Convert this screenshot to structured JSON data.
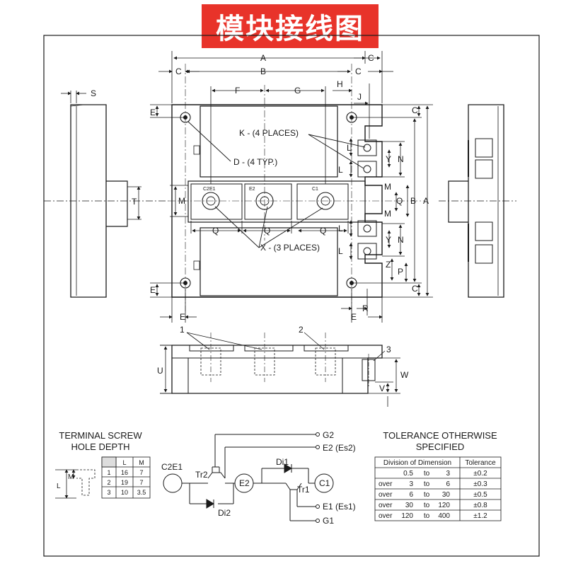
{
  "banner": {
    "title": "模块接线图"
  },
  "dims": {
    "A": "A",
    "B": "B",
    "C": "C",
    "E": "E",
    "F": "F",
    "G": "G",
    "H": "H",
    "J": "J",
    "L": "L",
    "M": "M",
    "N": "N",
    "P": "P",
    "Q": "Q",
    "R": "R",
    "S": "S",
    "T": "T",
    "U": "U",
    "V": "V",
    "W": "W",
    "Y": "Y",
    "Z": "Z"
  },
  "callouts": {
    "k_places": "K - (4 PLACES)",
    "d_typ": "D - (4 TYP.)",
    "x_places": "X - (3 PLACES)",
    "num1": "1",
    "num2": "2",
    "num3": "3"
  },
  "terminals": {
    "c2e1": "C2E1",
    "e2": "E2",
    "c1": "C1"
  },
  "screw_depth": {
    "title_line1": "TERMINAL SCREW",
    "title_line2": "HOLE DEPTH",
    "headers": [
      "",
      "L",
      "M"
    ],
    "rows": [
      [
        "1",
        "16",
        "7"
      ],
      [
        "2",
        "19",
        "7"
      ],
      [
        "3",
        "10",
        "3.5"
      ]
    ],
    "m": "M",
    "l": "L"
  },
  "circuit": {
    "g2": "G2",
    "e2_es2": "E2 (Es2)",
    "c2e1": "C2E1",
    "tr2": "Tr2",
    "e2": "E2",
    "di2": "Di2",
    "di1": "Di1",
    "tr1": "Tr1",
    "c1": "C1",
    "e1_es1": "E1 (Es1)",
    "g1": "G1"
  },
  "tolerance": {
    "title_line1": "TOLERANCE OTHERWISE",
    "title_line2": "SPECIFIED",
    "headers": [
      "Division of Dimension",
      "Tolerance"
    ],
    "rows": [
      [
        "",
        "0.5",
        "to",
        "3",
        "±0.2"
      ],
      [
        "over",
        "3",
        "to",
        "6",
        "±0.3"
      ],
      [
        "over",
        "6",
        "to",
        "30",
        "±0.5"
      ],
      [
        "over",
        "30",
        "to",
        "120",
        "±0.8"
      ],
      [
        "over",
        "120",
        "to",
        "400",
        "±1.2"
      ]
    ]
  }
}
